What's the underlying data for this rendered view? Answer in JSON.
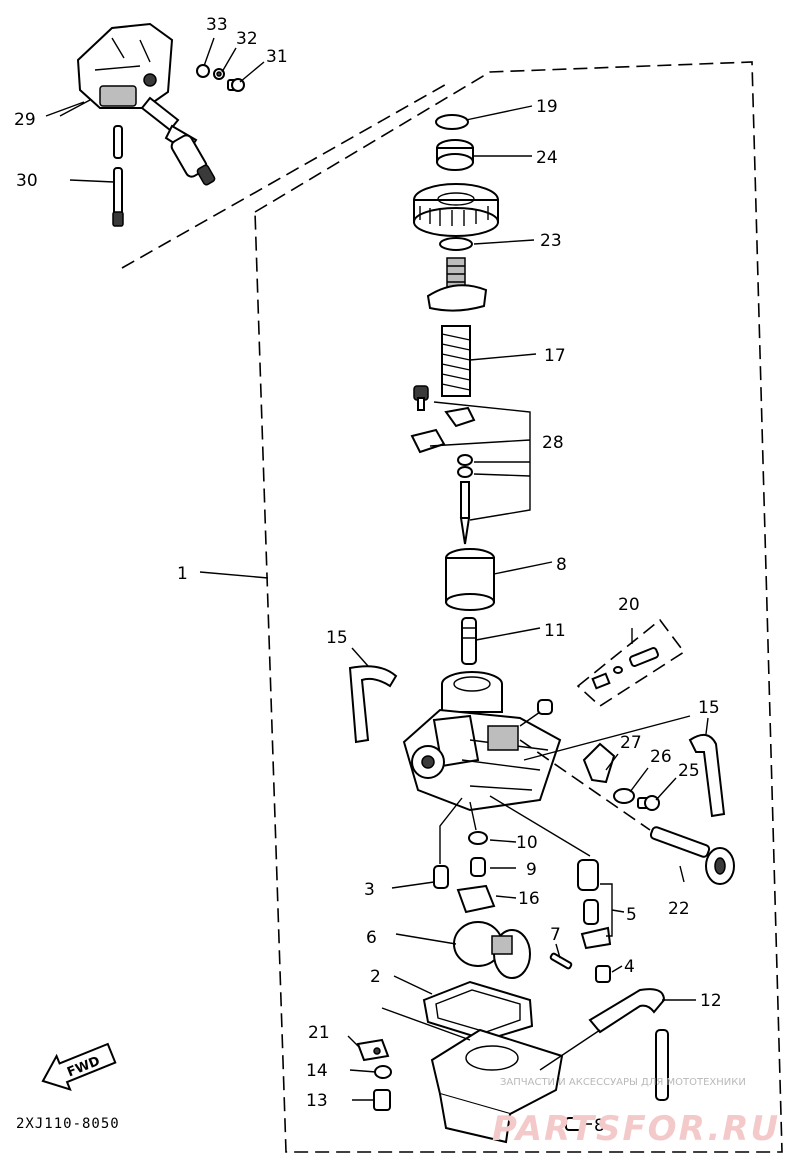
{
  "labels": {
    "l1": "1",
    "l2": "2",
    "l3": "3",
    "l4": "4",
    "l5": "5",
    "l6": "6",
    "l7": "7",
    "l8": "8",
    "l8b": "8",
    "l9": "9",
    "l10": "10",
    "l11": "11",
    "l12": "12",
    "l13": "13",
    "l14": "14",
    "l15a": "15",
    "l15b": "15",
    "l16": "16",
    "l17": "17",
    "l19": "19",
    "l20": "20",
    "l21": "21",
    "l22": "22",
    "l23": "23",
    "l24": "24",
    "l25": "25",
    "l26": "26",
    "l27": "27",
    "l28": "28",
    "l29": "29",
    "l30": "30",
    "l31": "31",
    "l32": "32",
    "l33": "33"
  },
  "diagram_code": "2XJ110-8050",
  "fwd_label": "FWD",
  "watermark": {
    "line1": "ЗАПЧАСТИ И АКСЕССУАРЫ ДЛЯ МОТОТЕХНИКИ",
    "line2": "PARTSFOR.RU"
  }
}
